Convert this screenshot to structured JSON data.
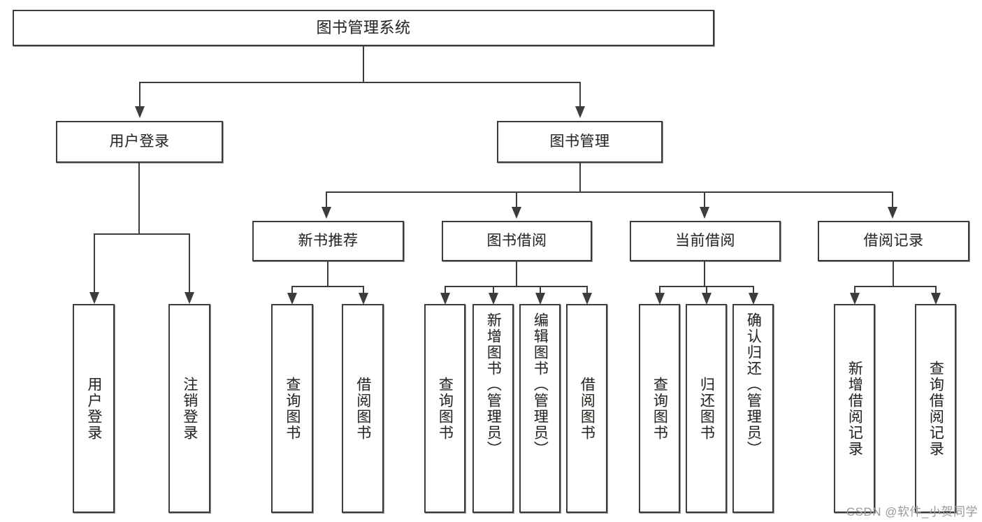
{
  "diagram": {
    "title": "图书管理系统",
    "type": "tree",
    "watermark": "CSDN @软件_小贺同学",
    "colors": {
      "border": "#3c3c3c",
      "text": "#262626",
      "background": "#ffffff",
      "watermark": "#9a9a9a"
    },
    "root": {
      "label": "图书管理系统"
    },
    "level2": [
      {
        "label": "用户登录"
      },
      {
        "label": "图书管理"
      }
    ],
    "level3": [
      {
        "label": "新书推荐"
      },
      {
        "label": "图书借阅"
      },
      {
        "label": "当前借阅"
      },
      {
        "label": "借阅记录"
      }
    ],
    "leaves": {
      "user_login": [
        {
          "label": "用户登录"
        },
        {
          "label": "注销登录"
        }
      ],
      "new_book_recommend": [
        {
          "label": "查询图书"
        },
        {
          "label": "借阅图书"
        }
      ],
      "book_borrow": [
        {
          "label": "查询图书"
        },
        {
          "label": "新增图书（管理员）"
        },
        {
          "label": "编辑图书（管理员）"
        },
        {
          "label": "借阅图书"
        }
      ],
      "current_borrow": [
        {
          "label": "查询图书"
        },
        {
          "label": "归还图书"
        },
        {
          "label": "确认归还（管理员）"
        }
      ],
      "borrow_record": [
        {
          "label": "新增借阅记录"
        },
        {
          "label": "查询借阅记录"
        }
      ]
    }
  }
}
